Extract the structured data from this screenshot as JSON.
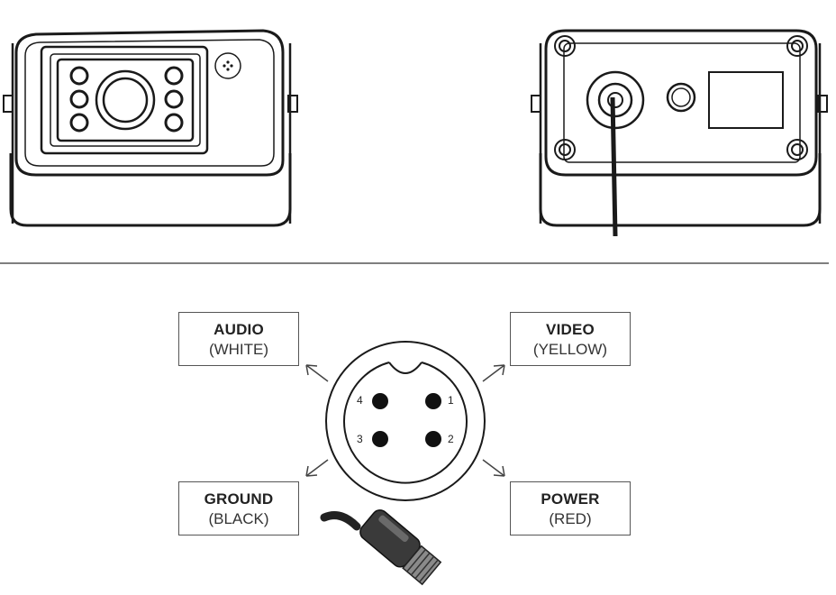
{
  "pins": [
    {
      "number": "1",
      "signal": "VIDEO",
      "color": "(YELLOW)"
    },
    {
      "number": "2",
      "signal": "POWER",
      "color": "(RED)"
    },
    {
      "number": "3",
      "signal": "GROUND",
      "color": "(BLACK)"
    },
    {
      "number": "4",
      "signal": "AUDIO",
      "color": "(WHITE)"
    }
  ]
}
